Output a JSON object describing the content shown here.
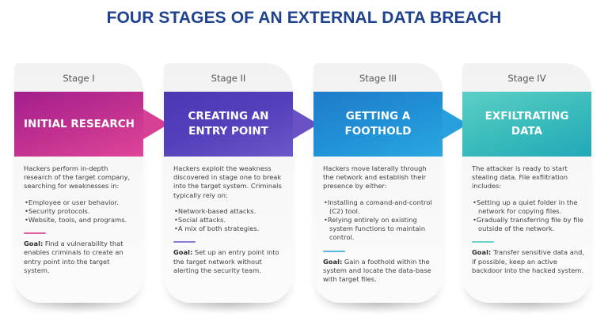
{
  "title": "FOUR STAGES OF AN EXTERNAL DATA BREACH",
  "colors": {
    "title": "#1f4290",
    "stage1": "#c0308f",
    "stage2": "#5540bc",
    "stage3": "#2090d6",
    "stage4": "#3bbcbc"
  },
  "stages": [
    {
      "label": "Stage I",
      "heading": "INITIAL RESEARCH",
      "description": "Hackers perform in-depth research of the target company, searching for weaknesses in:",
      "bullets": [
        "Employee or user behavior.",
        "Security protocols.",
        "Website, tools, and programs."
      ],
      "goal_label": "Goal:",
      "goal": "Find a vulnerability that enables criminals to create an entry point into the target system."
    },
    {
      "label": "Stage II",
      "heading": "CREATING AN ENTRY POINT",
      "description": "Hackers exploit the weakness discovered in stage one to break into the target system. Criminals typically rely on:",
      "bullets": [
        "Network-based attacks.",
        "Social attacks.",
        "A mix of both strategies."
      ],
      "goal_label": "Goal:",
      "goal": "Set up an entry point into the target network without alerting the security team."
    },
    {
      "label": "Stage III",
      "heading": "GETTING A FOOTHOLD",
      "description": "Hackers move laterally through the network and establish their presence by either:",
      "bullets": [
        "Installing a comand-and-control (C2) tool.",
        "Relying entirely on existing system functions to maintain control."
      ],
      "goal_label": "Goal:",
      "goal": "Gain a foothold within the system and locate the data-base with target files."
    },
    {
      "label": "Stage IV",
      "heading": "EXFILTRATING DATA",
      "description": "The attacker is ready to start stealing data. File exfiltration includes:",
      "bullets": [
        "Setting up a quiet folder in the network for copying files.",
        "Gradually transferring file by file outside of the network."
      ],
      "goal_label": "Goal:",
      "goal": "Transfer sensitive data and, if possible, keep an active backdoor into the hacked system."
    }
  ]
}
